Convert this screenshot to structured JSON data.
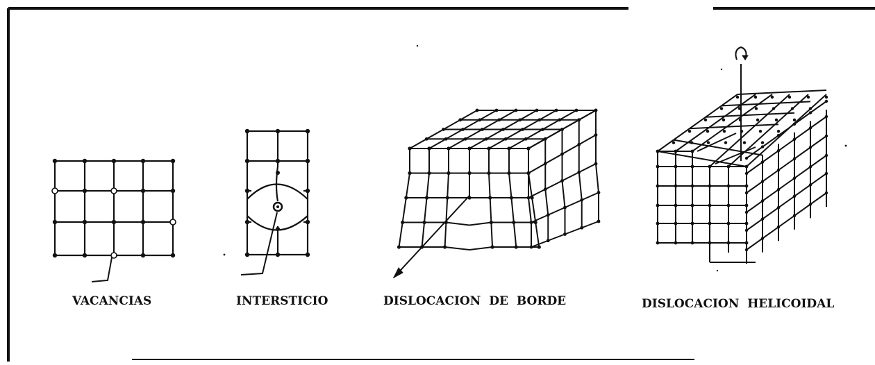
{
  "labels": {
    "vacancies": "VACANCIAS",
    "interstitial": "INTERSTICIO",
    "edge_dislocation": "DISLOCACION DE BORDE",
    "screw_dislocation": "DISLOCACION HELICOIDAL"
  },
  "colors": {
    "ink": "#111111",
    "paper": "#ffffff"
  }
}
